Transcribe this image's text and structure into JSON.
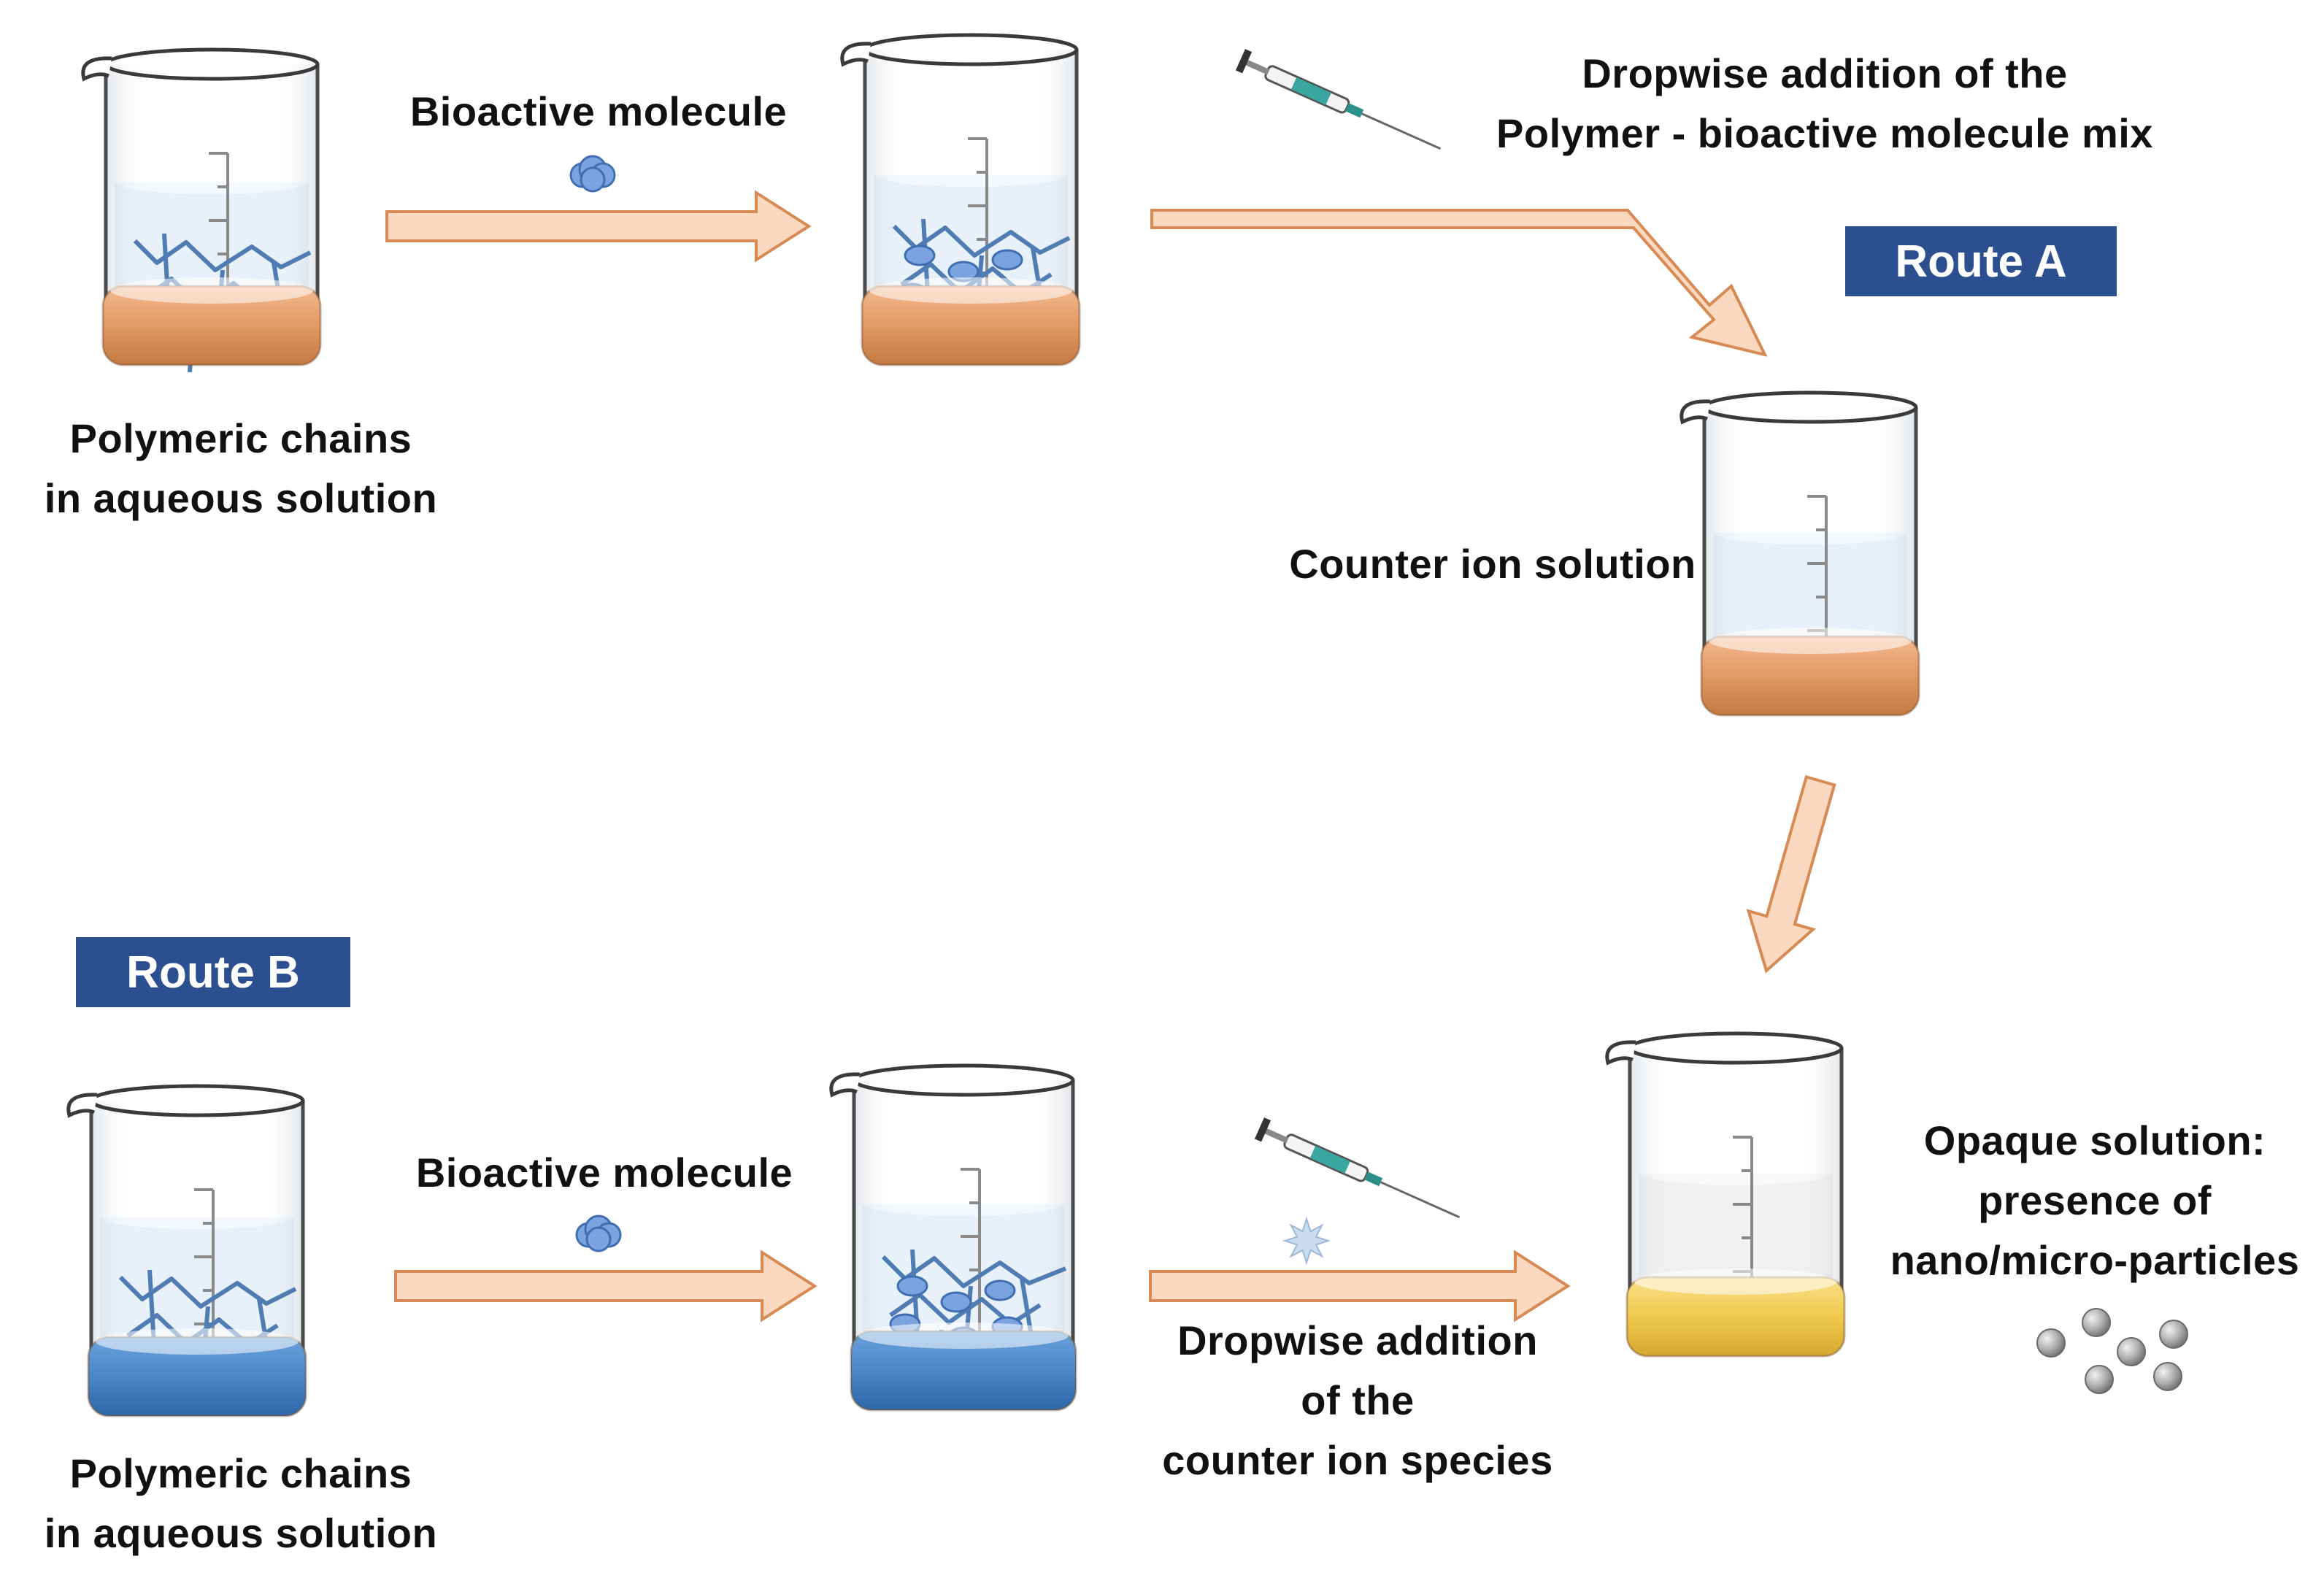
{
  "colors": {
    "arrow_fill": "#fbd9c0",
    "arrow_stroke": "#d88a55",
    "base_orange": "#e8a070",
    "base_blue": "#4a86c8",
    "base_yellow": "#f3d064",
    "polymer": "#4f7db3",
    "molecule": "#7aa3df",
    "liquid": "#d8e8f6",
    "route_bg": "#2b4f8f",
    "particle": "#a8a8a8"
  },
  "icons": [
    "beaker-icon",
    "syringe-icon",
    "molecule-icon",
    "splash-icon",
    "particle-icon"
  ],
  "labels": {
    "bioactive_top": "Bioactive molecule",
    "polymeric_top": [
      "Polymeric chains",
      "in aqueous solution"
    ],
    "dropwise_top": [
      "Dropwise addition of the",
      "Polymer - bioactive molecule mix"
    ],
    "route_a": "Route A",
    "counter_ion": "Counter ion solution",
    "route_b": "Route B",
    "bioactive_bottom": "Bioactive molecule",
    "polymeric_bottom": [
      "Polymeric chains",
      "in aqueous solution"
    ],
    "dropwise_bottom": [
      "Dropwise addition",
      "of the",
      "counter ion species"
    ],
    "opaque": [
      "Opaque solution:",
      "presence of",
      "nano/micro-particles"
    ]
  }
}
